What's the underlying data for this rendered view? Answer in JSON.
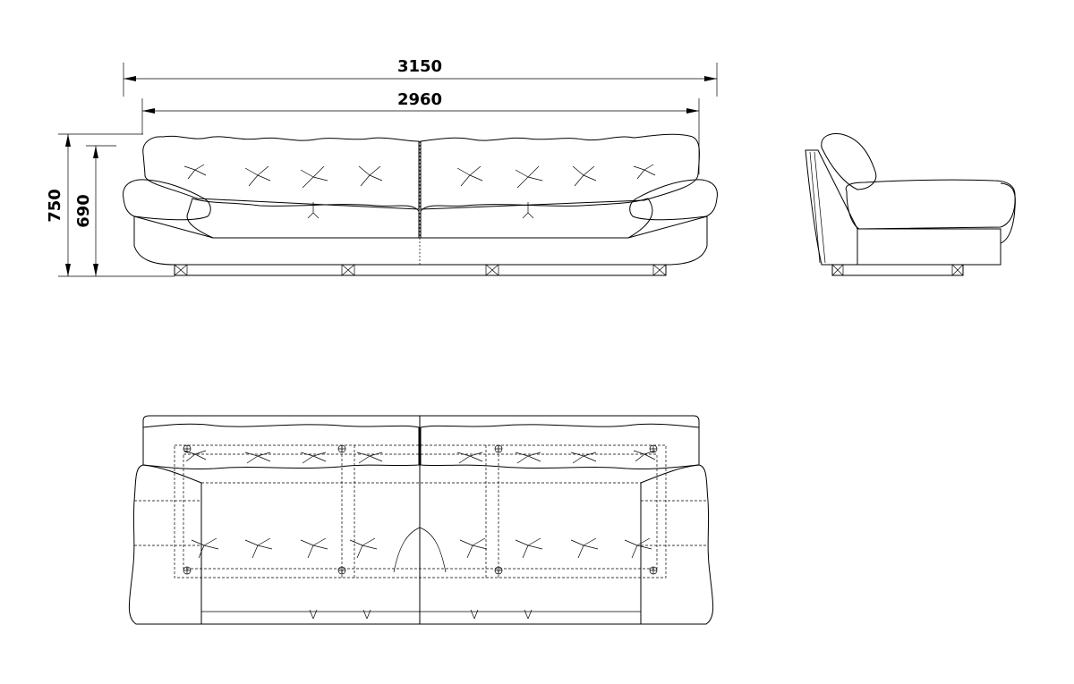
{
  "dimensions": {
    "total_width": "3150",
    "seat_width": "2960",
    "total_height": "750",
    "back_height": "690"
  },
  "views": [
    "front-view",
    "side-view",
    "top-view"
  ],
  "icons": {
    "arrowhead": "arrowhead-icon",
    "button_tuft": "tuft-icon",
    "foot": "foot-icon"
  },
  "colors": {
    "line": "#000000",
    "background": "#ffffff"
  }
}
